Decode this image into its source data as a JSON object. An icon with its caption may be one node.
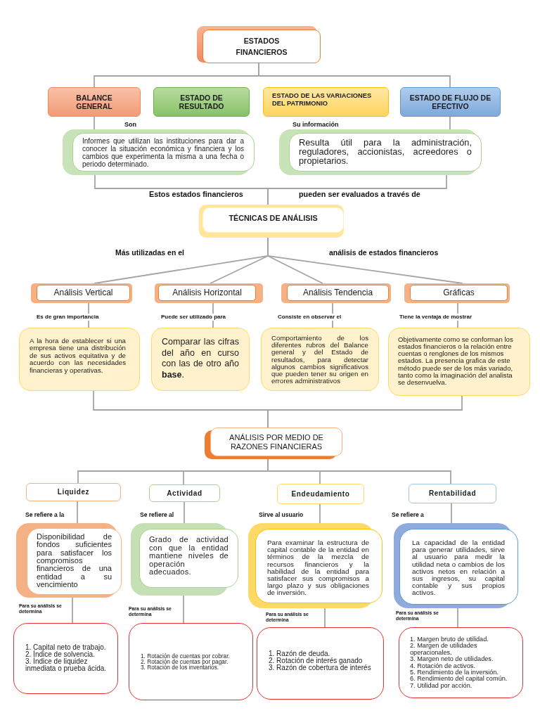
{
  "diagram": {
    "nodes": [
      {
        "text": [
          "ESTADOS FINANCIEROS"
        ]
      },
      {
        "text": [
          "BALANCE GENERAL"
        ]
      },
      {
        "text": [
          "ESTADO DE RESULTADO"
        ]
      },
      {
        "text": [
          "ESTADO DE LAS VARIACIONES DEL PATRIMONIO"
        ]
      },
      {
        "text": [
          "ESTADO DE FLUJO DE EFECTIVO"
        ]
      },
      {
        "text": [
          "Informes que utilizan las instituciones para dar a conocer la situación económica y financiera y los cambios que experimenta la misma a una fecha o periodo determinado."
        ]
      },
      {
        "text": [
          "Resulta útil para la administración, reguladores, accionistas, acreedores o propietarios."
        ]
      },
      {
        "text": [
          "TÉCNICAS DE ANÁLISIS"
        ]
      },
      {
        "text": [
          "Análisis Vertical"
        ]
      },
      {
        "text": [
          "Análisis Horizontal"
        ]
      },
      {
        "text": [
          "Análisis Tendencia"
        ]
      },
      {
        "text": [
          "Gráficas"
        ]
      },
      {
        "text": [
          "A la hora de establecer si una empresa tiene una distribución de sus activos equitativa y de acuerdo con las necesidades financieras y operativas."
        ]
      },
      {
        "text": [
          "Comparar las cifras del año en curso con las de otro año **base**."
        ]
      },
      {
        "text": [
          "Comportamiento de los diferentes rubros del Balance general y del Estado de resultados, para detectar algunos cambios significativos que pueden tener su origen en errores administrativos"
        ]
      },
      {
        "text": [
          "Objetivamente como se conforman los estados financieros o la relación entre cuentas o renglones de los mismos estados. La presencia grafica de este método puede ser de los más variado, tanto como la imaginación del analista se desenvuelva."
        ]
      },
      {
        "text": [
          "ANÁLISIS POR MEDIO DE RAZONES FINANCIERAS"
        ]
      },
      {
        "text": [
          "Liquidez"
        ]
      },
      {
        "text": [
          "Actividad"
        ]
      },
      {
        "text": [
          "Endeudamiento"
        ]
      },
      {
        "text": [
          "Rentabilidad"
        ]
      },
      {
        "text": [
          "Disponibilidad de fondos suficientes para satisfacer los compromisos financieros de una entidad a su vencimiento"
        ]
      },
      {
        "text": [
          "Grado de actividad con que la entidad mantiene niveles de operación adecuados."
        ]
      },
      {
        "text": [
          "Para examinar la estructura de capital contable de la entidad en términos de la mezcla de recursos financieros y la habilidad de la entidad para satisfacer sus compromisos a largo plazo y sus obligaciones de inversión."
        ]
      },
      {
        "text": [
          "La capacidad de la entidad para generar utilidades, sirve al usuario para medir la utilidad neta o cambios de los activos netos en relación a sus ingresos, su capital contable y sus propios activos."
        ]
      },
      {
        "text": [
          "1. Capital neto de trabajo.",
          "2. Índice de solvencia.",
          "3. Índice de liquidez inmediata o prueba ácida."
        ]
      },
      {
        "text": [
          "1. Rotación de cuentas por cobrar.",
          "2. Rotación de cuentas por pagar.",
          "3. Rotación de los inventarios."
        ]
      },
      {
        "text": [
          "1. Razón de deuda.",
          "2. Rotación de interés ganado",
          "3. Razón de cobertura de interés"
        ]
      },
      {
        "text": [
          "1. Margen bruto de utilidad.",
          "2. Margen de utilidades operacionales.",
          "3. Margen neto de utilidades.",
          "4. Rotación de activos.",
          "5. Rendimiento de la inversión.",
          "6. Rendimiento del capital común.",
          "7. Utilidad por acción."
        ]
      }
    ],
    "edges": [
      {
        "from": 0,
        "to": 1,
        "arrow": "none"
      },
      {
        "from": 0,
        "to": 4,
        "arrow": "none"
      },
      {
        "from": 1,
        "to": 5,
        "arrow": "none"
      },
      {
        "from": 4,
        "to": 6,
        "arrow": "none"
      },
      {
        "from": 5,
        "to": 7,
        "arrow": "none"
      },
      {
        "from": 6,
        "to": 7,
        "arrow": "none"
      },
      {
        "from": 7,
        "to": 8,
        "arrow": "none"
      },
      {
        "from": 7,
        "to": 9,
        "arrow": "none"
      },
      {
        "from": 7,
        "to": 10,
        "arrow": "none"
      },
      {
        "from": 7,
        "to": 11,
        "arrow": "none"
      },
      {
        "from": 8,
        "to": 12,
        "arrow": "none",
        "label": "Es de gran importancia"
      },
      {
        "from": 9,
        "to": 13,
        "arrow": "none",
        "label": "Puede ser utilizado para"
      },
      {
        "from": 10,
        "to": 14,
        "arrow": "none",
        "label": "Consiste en observar el"
      },
      {
        "from": 11,
        "to": 15,
        "arrow": "none",
        "label": "Tiene la ventaja de mostrar"
      },
      {
        "from": 12,
        "to": 16,
        "arrow": "none"
      },
      {
        "from": 15,
        "to": 16,
        "arrow": "none"
      },
      {
        "from": 16,
        "to": 17,
        "arrow": "none"
      },
      {
        "from": 16,
        "to": 18,
        "arrow": "none"
      },
      {
        "from": 16,
        "to": 19,
        "arrow": "none"
      },
      {
        "from": 16,
        "to": 20,
        "arrow": "none"
      },
      {
        "from": 17,
        "to": 21,
        "arrow": "none"
      },
      {
        "from": 18,
        "to": 22,
        "arrow": "none"
      },
      {
        "from": 19,
        "to": 23,
        "arrow": "none"
      },
      {
        "from": 20,
        "to": 24,
        "arrow": "none"
      },
      {
        "from": 21,
        "to": 25,
        "arrow": "none"
      },
      {
        "from": 22,
        "to": 26,
        "arrow": "none"
      },
      {
        "from": 23,
        "to": 27,
        "arrow": "none"
      },
      {
        "from": 24,
        "to": 28,
        "arrow": "none"
      }
    ],
    "labels": [
      "Son",
      "Su información",
      "Estos estados financieros",
      "pueden ser evaluados a través de",
      "Más utilizadas en el",
      "análisis de estados financieros",
      "Se refiere a la",
      "Se refiere al",
      "Sirve al usuario",
      "Se refiere a",
      "Para su análisis se determina",
      "Para su análisis se determina",
      "Para su análisis se determina",
      "Para su análisis se determina"
    ]
  }
}
